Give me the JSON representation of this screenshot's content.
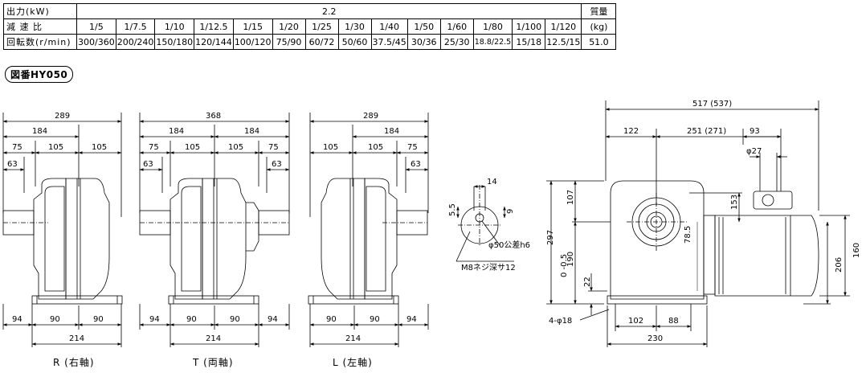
{
  "table": {
    "output_label": "出力(kW)",
    "output_value": "2.2",
    "mass_label": "質量",
    "mass_unit": "(kg)",
    "ratio_label": "減 速 比",
    "ratios": [
      "1/5",
      "1/7.5",
      "1/10",
      "1/12.5",
      "1/15",
      "1/20",
      "1/25",
      "1/30",
      "1/40",
      "1/50",
      "1/60",
      "1/80",
      "1/100",
      "1/120"
    ],
    "speed_label": "回転数(r/min)",
    "speeds": [
      "300/360",
      "200/240",
      "150/180",
      "120/144",
      "100/120",
      "75/90",
      "60/72",
      "50/60",
      "37.5/45",
      "30/36",
      "25/30",
      "18.8/22.5",
      "15/18",
      "12.5/15"
    ],
    "mass_value": "51.0"
  },
  "drawing_tag": "図番HY050",
  "views": {
    "R": {
      "label": "R (右軸)",
      "dims": {
        "overall": "289",
        "d184": "184",
        "d75": "75",
        "d105a": "105",
        "d105b": "105",
        "d63": "63",
        "b94": "94",
        "b90a": "90",
        "b90b": "90",
        "b214": "214"
      }
    },
    "T": {
      "label": "T (両軸)",
      "dims": {
        "overall": "368",
        "d184a": "184",
        "d184b": "184",
        "d75a": "75",
        "d105a": "105",
        "d105b": "105",
        "d75b": "75",
        "d63a": "63",
        "d63b": "63",
        "b94a": "94",
        "b90a": "90",
        "b90b": "90",
        "b94b": "94",
        "b214": "214"
      }
    },
    "L": {
      "label": "L (左軸)",
      "dims": {
        "overall": "289",
        "d184": "184",
        "d105a": "105",
        "d105b": "105",
        "d75": "75",
        "d63": "63",
        "b90a": "90",
        "b90b": "90",
        "b94": "94",
        "b214": "214"
      }
    }
  },
  "shaft_detail": {
    "d14": "14",
    "d55": "5.5",
    "d9": "9",
    "dia": "φ50公差h6",
    "tap": "M8ネジ深サ12"
  },
  "side_view": {
    "overall": "517 (537)",
    "d122": "122",
    "d251": "251 (271)",
    "d93": "93",
    "phi27": "φ27",
    "h297": "297",
    "h107": "107",
    "h190": "190",
    "tol": "0 -0.5",
    "h22": "22",
    "h153": "153",
    "h785": "78.5",
    "h160": "160",
    "h206": "206",
    "holes": "4-φ18",
    "b102": "102",
    "b88": "88",
    "b230": "230"
  }
}
